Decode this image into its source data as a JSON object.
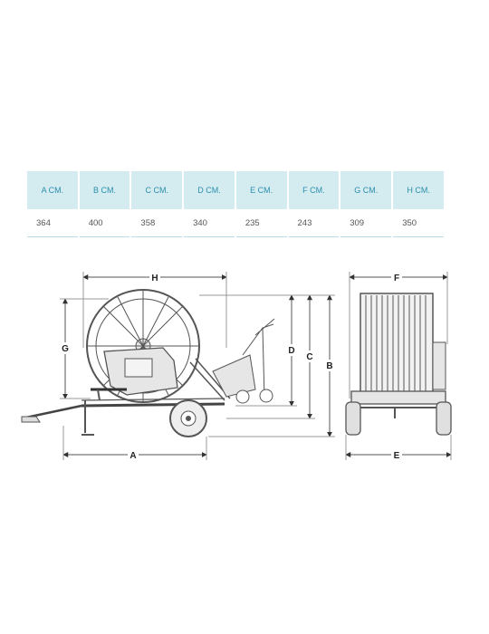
{
  "table": {
    "headers": [
      "A CM.",
      "B CM.",
      "C CM.",
      "D CM.",
      "E CM.",
      "F CM.",
      "G CM.",
      "H CM."
    ],
    "values": [
      "364",
      "400",
      "358",
      "340",
      "235",
      "243",
      "309",
      "350"
    ]
  },
  "drawing": {
    "labels": {
      "a": "A",
      "b": "B",
      "c": "C",
      "d": "D",
      "e": "E",
      "f": "F",
      "g": "G",
      "h": "H"
    },
    "line_color": "#555555",
    "machine_fill": "#e6e6e6"
  }
}
